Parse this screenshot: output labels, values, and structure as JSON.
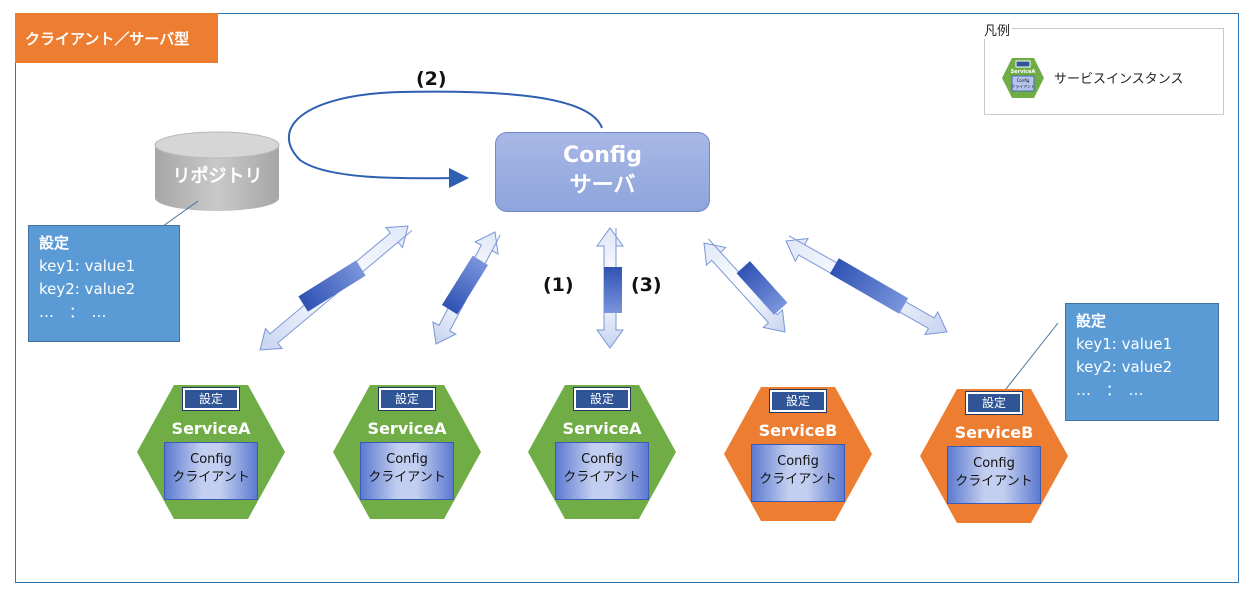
{
  "title": "クライアント／サーバ型",
  "legend": {
    "label": "凡例",
    "text": "サービスインスタンス",
    "mini_service": "ServiceA",
    "mini_client": "Config\nクライアント"
  },
  "repository": {
    "label": "リポジトリ"
  },
  "config_server": {
    "line1": "Config",
    "line2": "サーバ"
  },
  "steps": {
    "one": "(1)",
    "two": "(2)",
    "three": "(3)"
  },
  "settings_note_a": {
    "heading": "設定",
    "lines": [
      "key1: value1",
      "key2: value2",
      "…　：　…"
    ]
  },
  "settings_note_b": {
    "heading": "設定",
    "lines": [
      "key1: value1",
      "key2: value2",
      "…　：　…"
    ]
  },
  "services": [
    {
      "badge": "設定",
      "name": "ServiceA",
      "client1": "Config",
      "client2": "クライアント",
      "color": "#70ad47"
    },
    {
      "badge": "設定",
      "name": "ServiceA",
      "client1": "Config",
      "client2": "クライアント",
      "color": "#70ad47"
    },
    {
      "badge": "設定",
      "name": "ServiceA",
      "client1": "Config",
      "client2": "クライアント",
      "color": "#70ad47"
    },
    {
      "badge": "設定",
      "name": "ServiceB",
      "client1": "Config",
      "client2": "クライアント",
      "color": "#ed7d31"
    },
    {
      "badge": "設定",
      "name": "ServiceB",
      "client1": "Config",
      "client2": "クライアント",
      "color": "#ed7d31"
    }
  ],
  "colors": {
    "frame": "#2e75b6",
    "orange": "#ed7d31",
    "green": "#70ad47",
    "note": "#5b9bd5"
  }
}
